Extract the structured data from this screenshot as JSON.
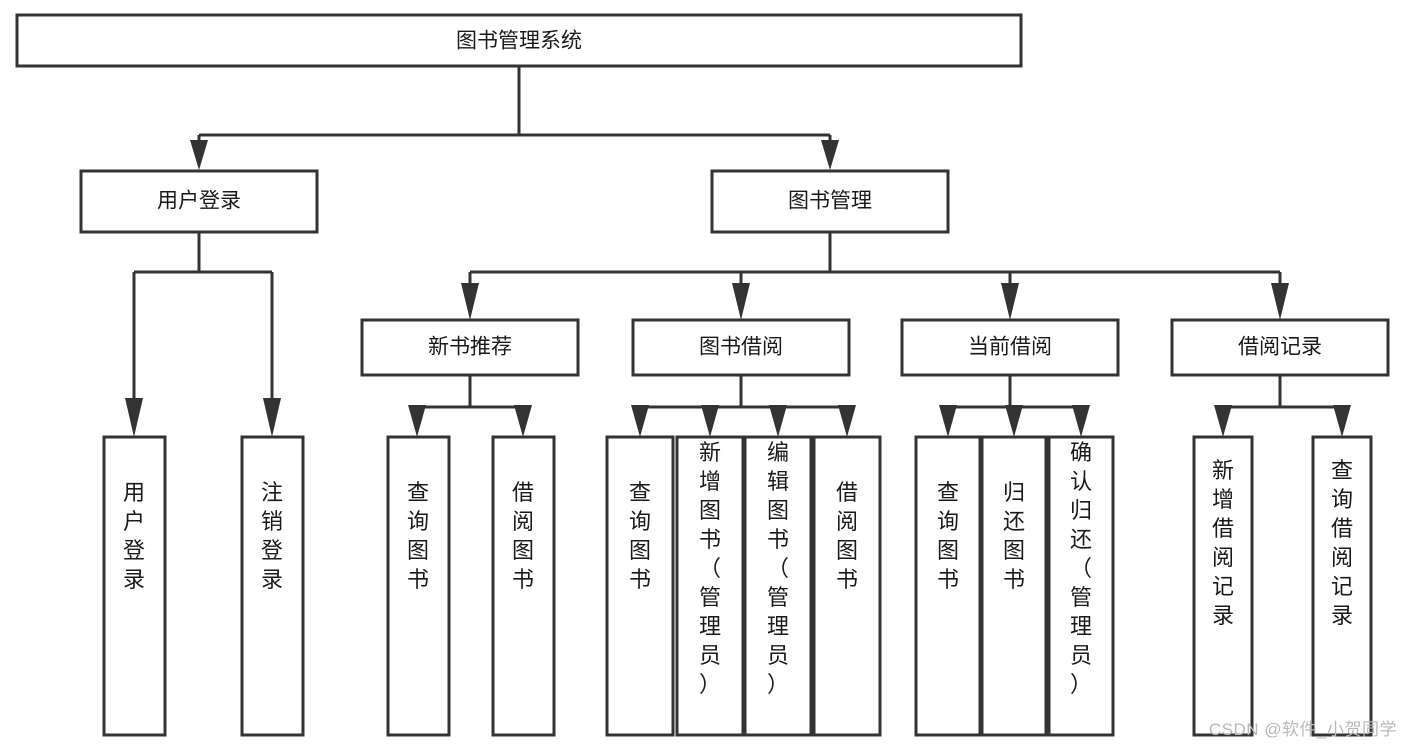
{
  "diagram": {
    "type": "hierarchy-tree",
    "title": "图书管理系统",
    "watermark": "CSDN @软件_小贺同学",
    "colors": {
      "background": "#ffffff",
      "stroke": "#333333",
      "box_fill": "#ffffff",
      "text": "#1a1a1a",
      "watermark_text": "#b9b9b9"
    },
    "root": {
      "label": "图书管理系统"
    },
    "level2": [
      {
        "label": "用户登录"
      },
      {
        "label": "图书管理"
      }
    ],
    "level3": [
      {
        "label": "新书推荐"
      },
      {
        "label": "图书借阅"
      },
      {
        "label": "当前借阅"
      },
      {
        "label": "借阅记录"
      }
    ],
    "leaves": {
      "user_login": [
        {
          "label": "用户登录"
        },
        {
          "label": "注销登录"
        }
      ],
      "new_book_recommend": [
        {
          "label": "查询图书"
        },
        {
          "label": "借阅图书"
        }
      ],
      "book_borrow": [
        {
          "label": "查询图书"
        },
        {
          "label": "新增图书（管理员）"
        },
        {
          "label": "编辑图书（管理员）"
        },
        {
          "label": "借阅图书"
        }
      ],
      "current_borrow": [
        {
          "label": "查询图书"
        },
        {
          "label": "归还图书"
        },
        {
          "label": "确认归还（管理员）"
        }
      ],
      "borrow_record": [
        {
          "label": "新增借阅记录"
        },
        {
          "label": "查询借阅记录"
        }
      ]
    }
  }
}
